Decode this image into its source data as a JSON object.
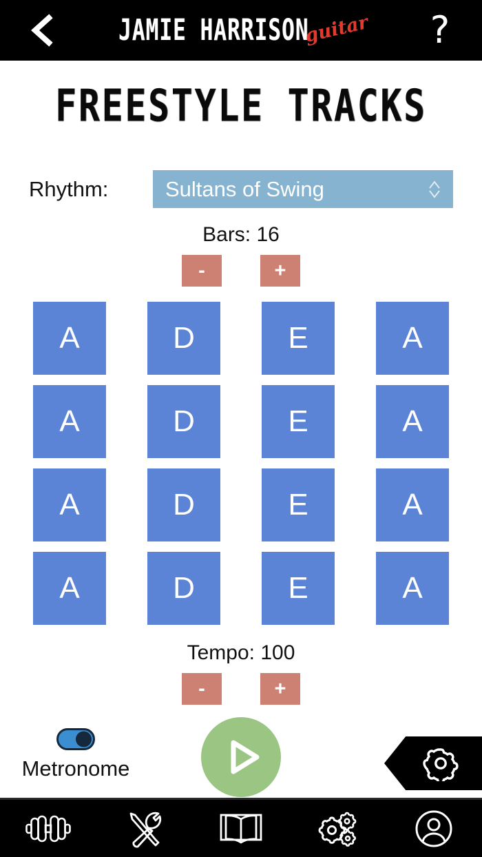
{
  "header": {
    "back_icon": "chevron-left-icon",
    "brand_main": "JAMIE HARRISON",
    "brand_sub": "guitar",
    "help_label": "?"
  },
  "page": {
    "title": "FREESTYLE TRACKS"
  },
  "rhythm": {
    "label": "Rhythm:",
    "selected": "Sultans of Swing",
    "caret_icon": "chevron-updown-icon"
  },
  "bars": {
    "label": "Bars: 16",
    "value": 16,
    "minus_label": "-",
    "plus_label": "+"
  },
  "tempo": {
    "label": "Tempo: 100",
    "value": 100,
    "minus_label": "-",
    "plus_label": "+"
  },
  "chords": {
    "columns": 4,
    "rows": [
      [
        "A",
        "D",
        "E",
        "A"
      ],
      [
        "A",
        "D",
        "E",
        "A"
      ],
      [
        "A",
        "D",
        "E",
        "A"
      ],
      [
        "A",
        "D",
        "E",
        "A"
      ]
    ],
    "flat": [
      "A",
      "D",
      "E",
      "A",
      "A",
      "D",
      "E",
      "A",
      "A",
      "D",
      "E",
      "A",
      "A",
      "D",
      "E",
      "A"
    ]
  },
  "controls": {
    "metronome_label": "Metronome",
    "metronome_on": true,
    "play_icon": "play-icon",
    "settings_tab_icon": "gear-icon"
  },
  "bottom_nav": [
    {
      "name": "nav-workouts",
      "icon": "dumbbell-icon"
    },
    {
      "name": "nav-tools",
      "icon": "tools-icon"
    },
    {
      "name": "nav-lessons",
      "icon": "open-book-icon"
    },
    {
      "name": "nav-settings",
      "icon": "gears-icon"
    },
    {
      "name": "nav-account",
      "icon": "account-icon"
    }
  ],
  "colors": {
    "chord_blue": "#5b84d6",
    "select_blue": "#86b3cf",
    "stepper_salmon": "#cc8172",
    "play_green": "#9bc583",
    "toggle_blue": "#3b8ed0",
    "toggle_dark": "#16283c",
    "brand_red": "#e23b2e",
    "bar_black": "#000000"
  }
}
